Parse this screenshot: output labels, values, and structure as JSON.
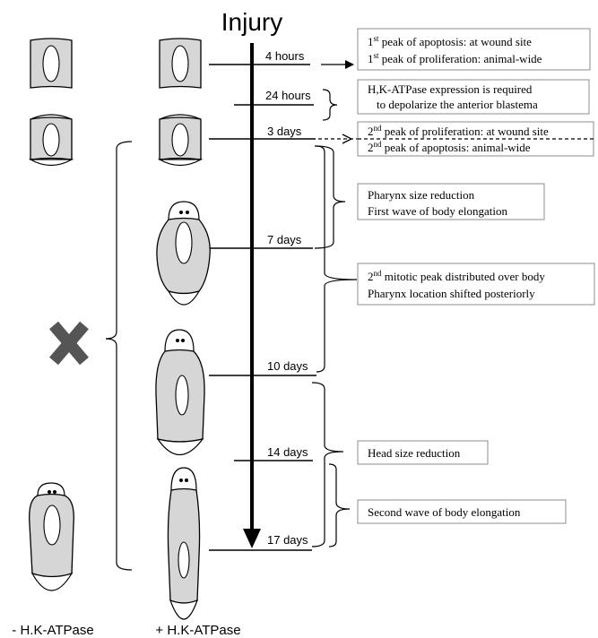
{
  "title": "Injury",
  "timepoints": [
    {
      "label": "4 hours"
    },
    {
      "label": "24 hours"
    },
    {
      "label": "3 days"
    },
    {
      "label": "7 days"
    },
    {
      "label": "10 days"
    },
    {
      "label": "14 days"
    },
    {
      "label": "17 days"
    }
  ],
  "events": {
    "box1": {
      "line1": {
        "pre": "1",
        "sup": "st",
        "post": " peak of apoptosis: at wound site"
      },
      "line2": {
        "pre": "1",
        "sup": "st",
        "post": " peak of proliferation: animal-wide"
      }
    },
    "box2": {
      "line1": "H,K-ATPase expression is required",
      "line2": "to depolarize the anterior blastema"
    },
    "box3": {
      "line1": {
        "pre": "2",
        "sup": "nd",
        "post": " peak of proliferation: at wound site"
      },
      "line2": {
        "pre": "2",
        "sup": "nd",
        "post": " peak of apoptosis: animal-wide"
      }
    },
    "box4": {
      "line1": "Pharynx size reduction",
      "line2": "First wave of body elongation"
    },
    "box5": {
      "line1": {
        "pre": "2",
        "sup": "nd",
        "post": " mitotic peak distributed over body"
      },
      "line2": "Pharynx location shifted posteriorly"
    },
    "box6": {
      "line1": "Head size reduction"
    },
    "box7": {
      "line1": "Second wave of body elongation"
    }
  },
  "columns": {
    "left_label": "- H.K-ATPase",
    "right_label": "+ H.K-ATPase"
  },
  "colors": {
    "worm_fill": "#d6d6d6",
    "cross": "#555555",
    "box_border": "#8c8c8c"
  }
}
